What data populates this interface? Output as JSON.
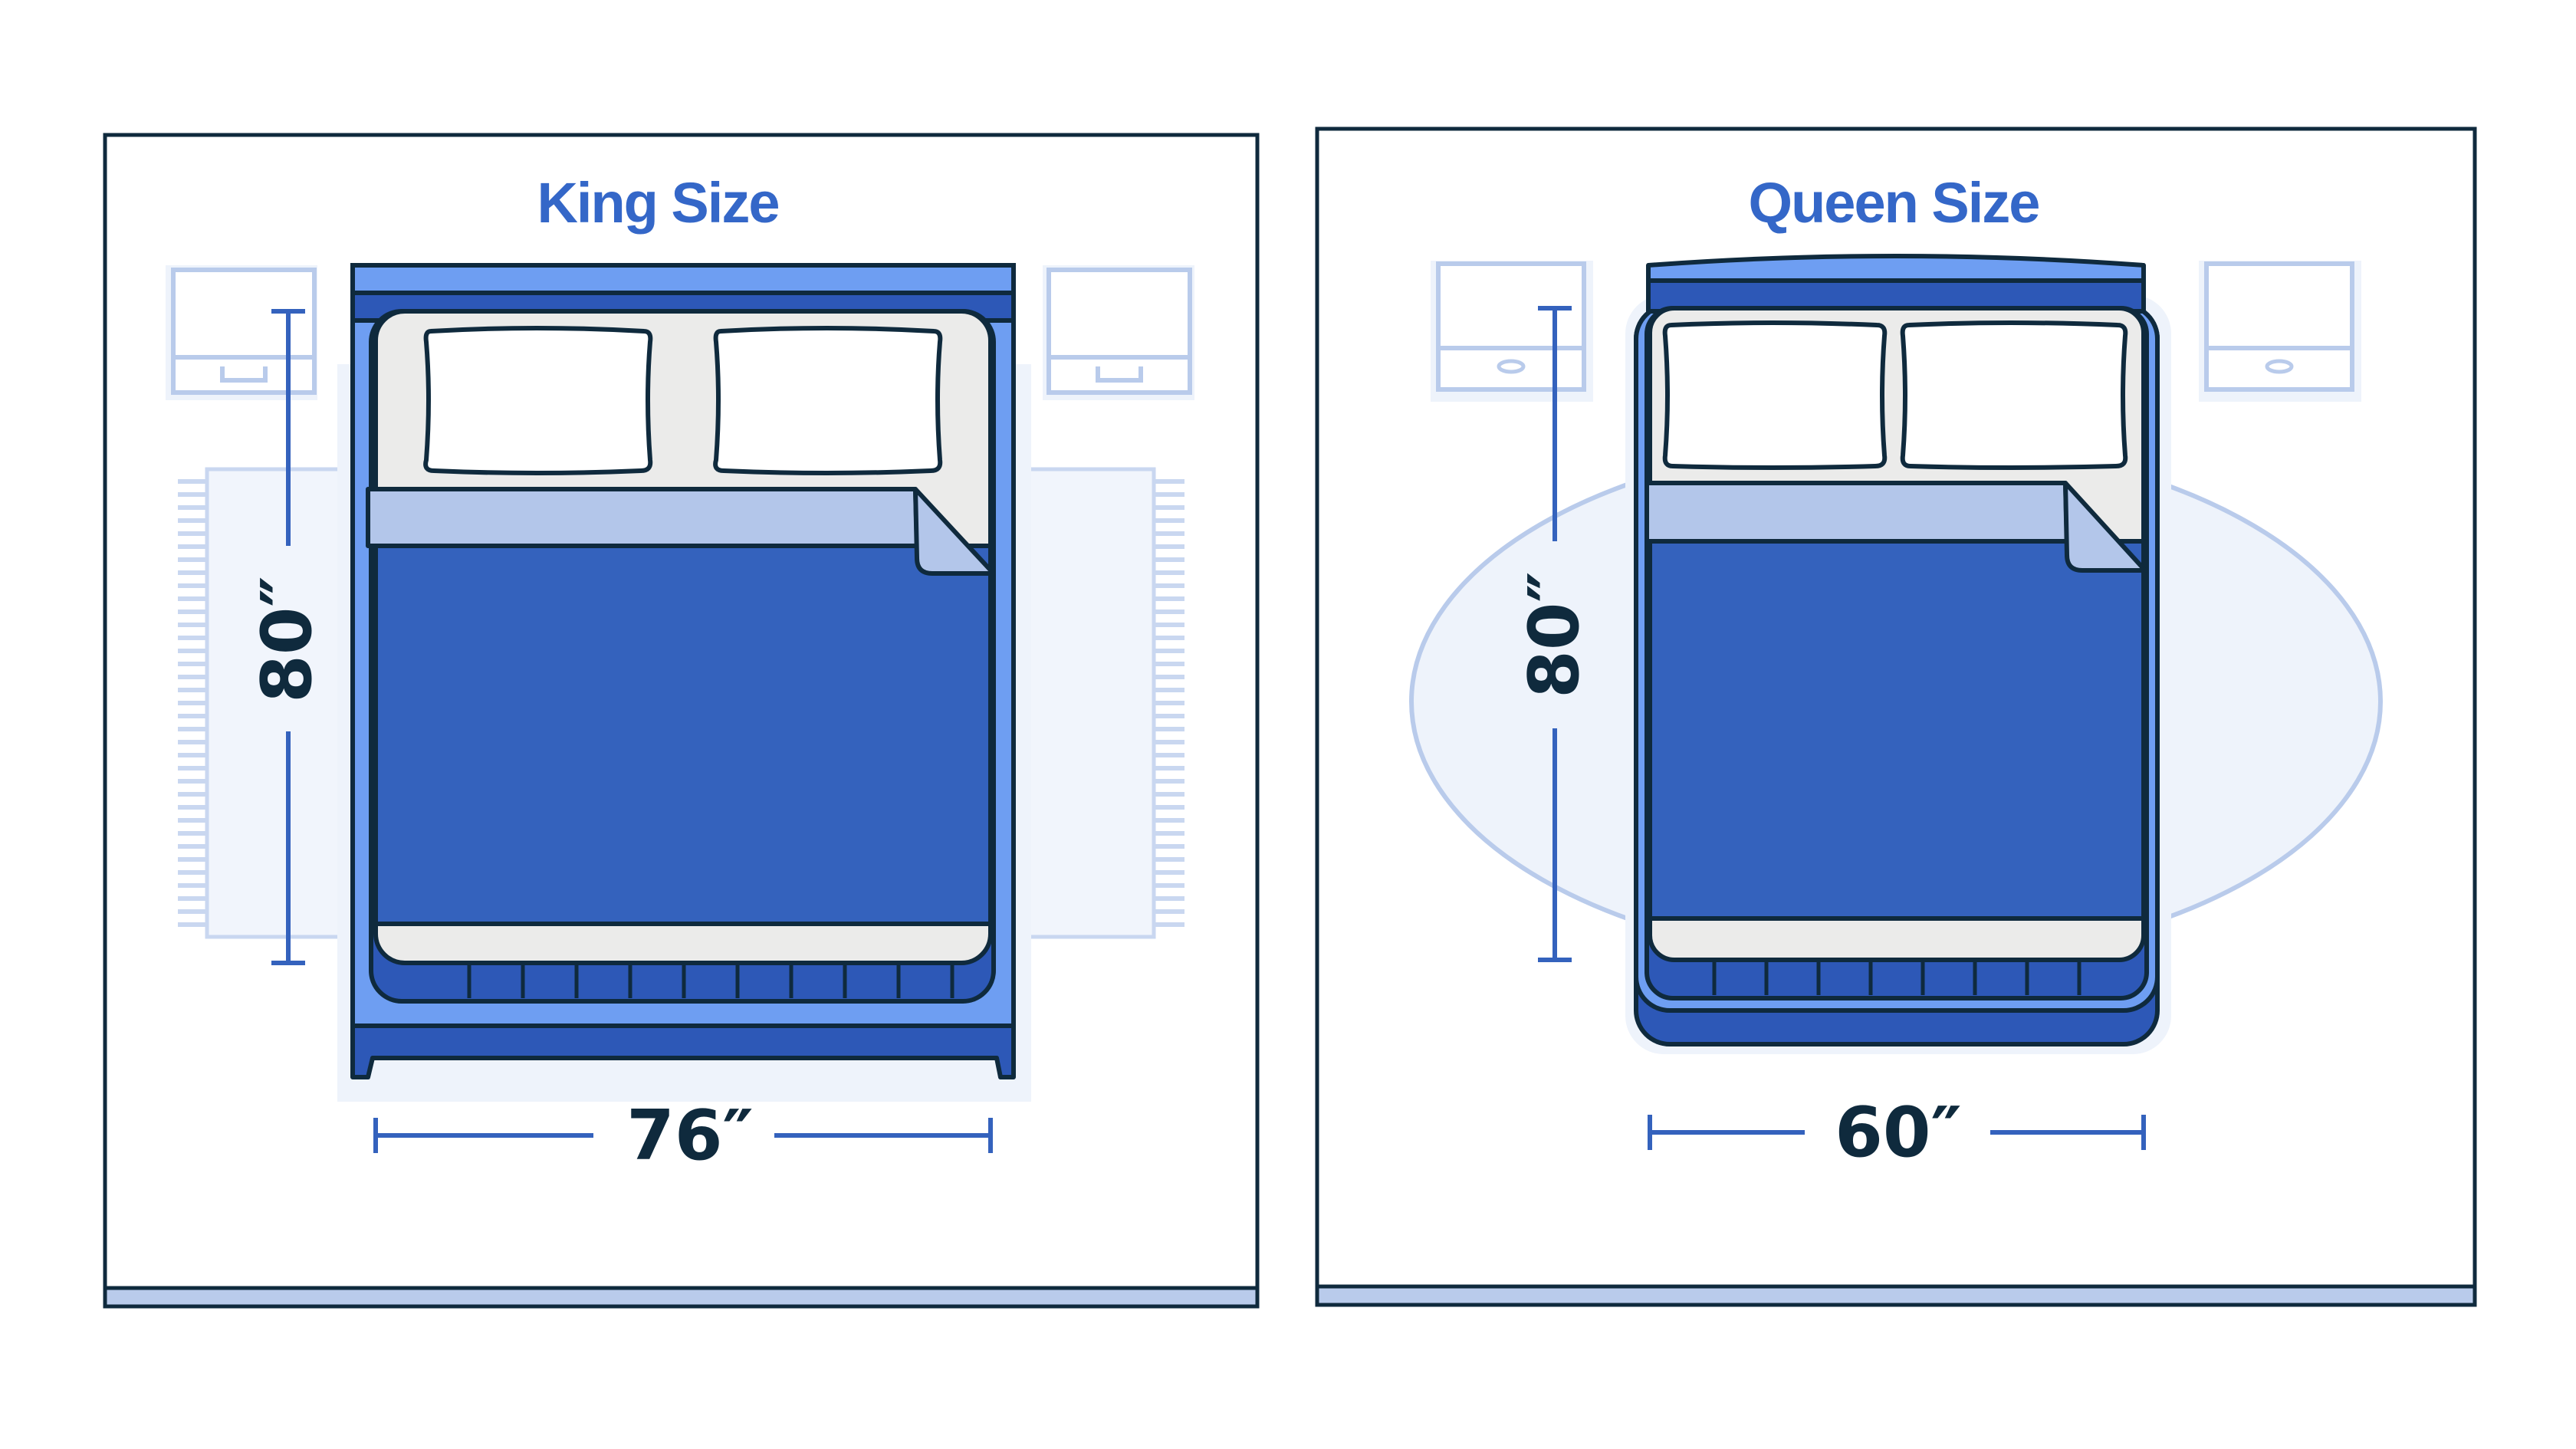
{
  "colors": {
    "outline": "#0f2a3d",
    "title_blue": "#3467c8",
    "blanket_blue": "#3462bd",
    "frame_light_blue": "#6e9ef2",
    "frame_dark_blue": "#2d58b7",
    "fold_lavender": "#b3c6ea",
    "sheet_gray": "#ebebea",
    "faint_blue": "#b9cbeb",
    "rug_fill": "#eef3fb",
    "floor_strip": "#b9cbeb"
  },
  "panels": [
    {
      "id": "king",
      "title": "King Size",
      "width_label": "76″",
      "length_label": "80″",
      "rug_shape": "rectangle-fringed"
    },
    {
      "id": "queen",
      "title": "Queen Size",
      "width_label": "60″",
      "length_label": "80″",
      "rug_shape": "oval"
    }
  ]
}
